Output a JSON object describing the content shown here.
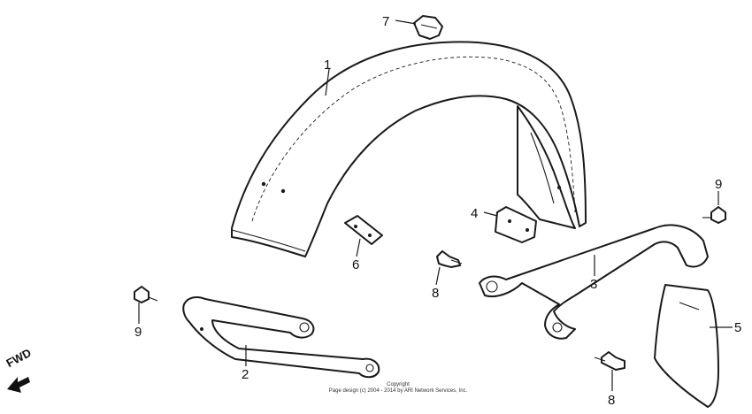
{
  "callouts": [
    {
      "id": "c7",
      "number": "7"
    },
    {
      "id": "c1",
      "number": "1"
    },
    {
      "id": "c9a",
      "number": "9"
    },
    {
      "id": "c4",
      "number": "4"
    },
    {
      "id": "c6",
      "number": "6"
    },
    {
      "id": "c8a",
      "number": "8"
    },
    {
      "id": "c3",
      "number": "3"
    },
    {
      "id": "c9b",
      "number": "9"
    },
    {
      "id": "c5",
      "number": "5"
    },
    {
      "id": "c2",
      "number": "2"
    },
    {
      "id": "c8b",
      "number": "8"
    }
  ],
  "direction_label": "FWD",
  "copyright": {
    "line1": "Copyright",
    "line2": "Page design (c) 2004 - 2014 by ARI Network Services, Inc."
  }
}
